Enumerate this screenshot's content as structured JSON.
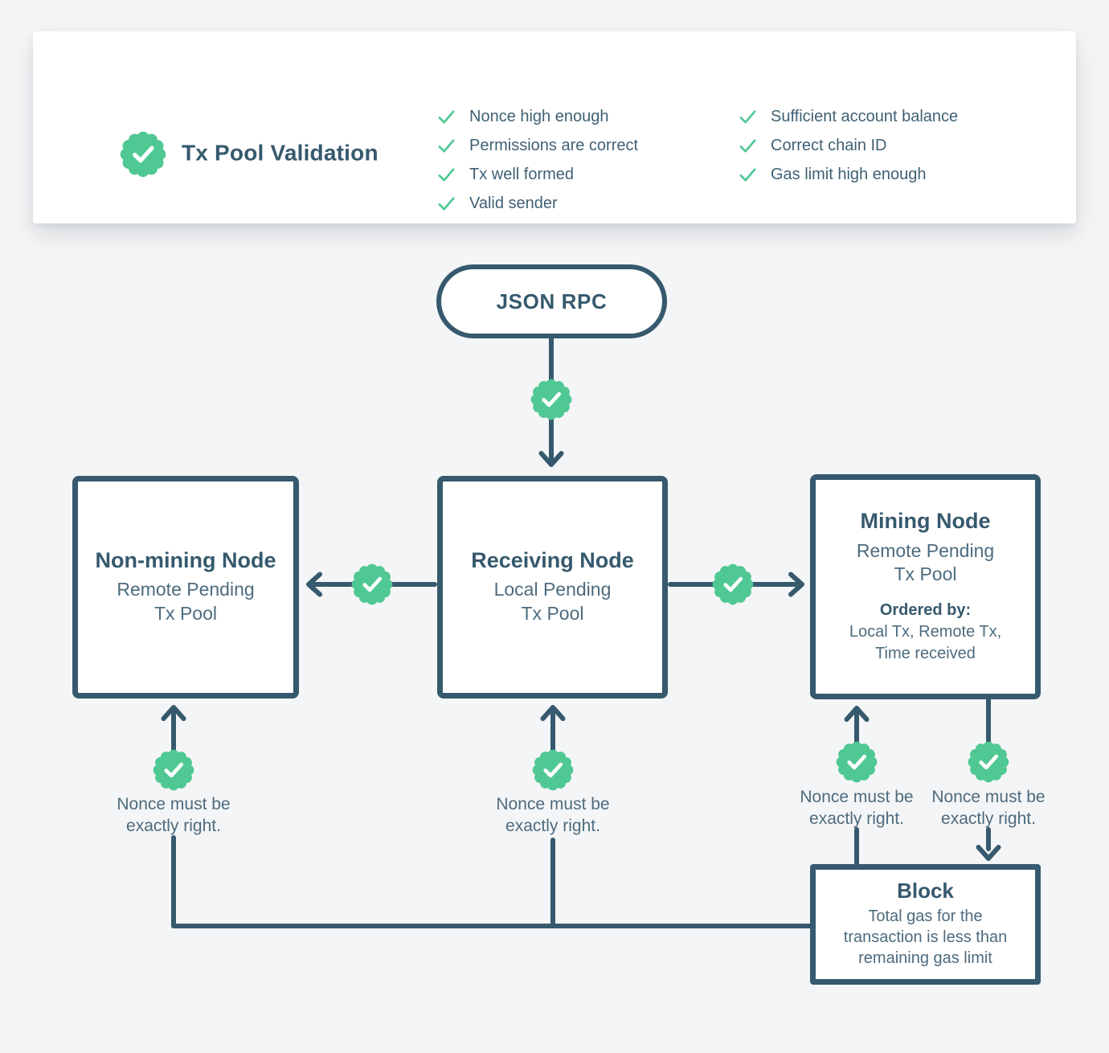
{
  "colors": {
    "slate": "#36596d",
    "slate_soft": "#4d6b7e",
    "green": "#4fc893",
    "bg": "#f4f5f6",
    "card_bg": "#ffffff"
  },
  "validation_card": {
    "title": "Tx Pool Validation",
    "checklist_left": [
      "Nonce high enough",
      "Permissions are correct",
      "Tx well formed",
      "Valid sender"
    ],
    "checklist_right": [
      "Sufficient account balance",
      "Correct chain ID",
      "Gas limit high enough"
    ]
  },
  "flow": {
    "json_rpc_label": "JSON RPC",
    "non_mining_node": {
      "title": "Non-mining Node",
      "subtitle": "Remote Pending\nTx Pool"
    },
    "receiving_node": {
      "title": "Receiving Node",
      "subtitle": "Local Pending\nTx Pool"
    },
    "mining_node": {
      "title": "Mining Node",
      "subtitle": "Remote Pending\nTx Pool",
      "ordered_by_label": "Ordered by:",
      "ordered_by_detail": "Local Tx, Remote Tx,\nTime received"
    },
    "block_node": {
      "title": "Block",
      "body": "Total gas for the\ntransaction is less than\nremaining gas limit"
    },
    "nonce_note": "Nonce must be\nexactly right."
  }
}
